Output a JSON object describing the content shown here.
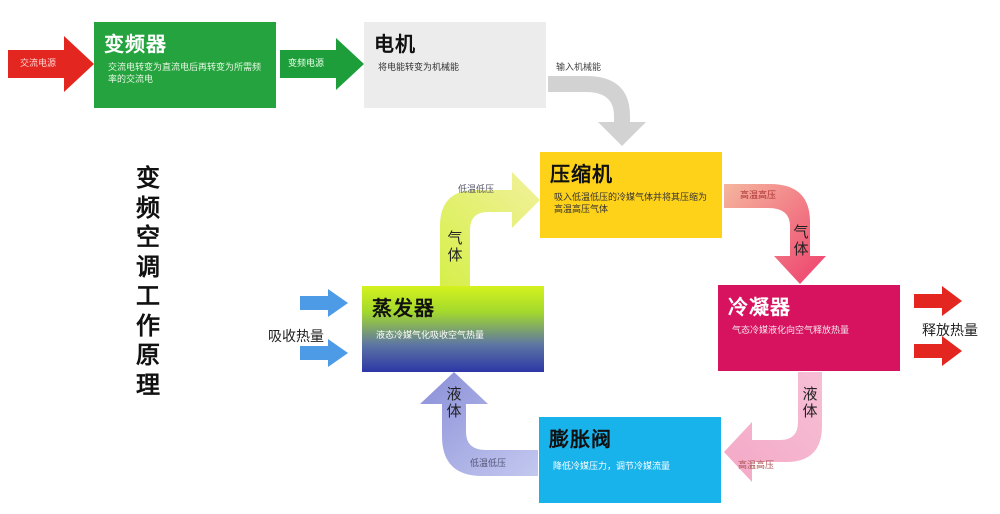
{
  "diagram": {
    "vertical_title": "变频空调工作原理",
    "boxes": {
      "inverter": {
        "title": "变频器",
        "desc": "交流电转变为直流电后再转变为所需频率的交流电"
      },
      "motor": {
        "title": "电机",
        "desc": "将电能转变为机械能"
      },
      "compressor": {
        "title": "压缩机",
        "desc": "吸入低温低压的冷媒气体并将其压缩为高温高压气体"
      },
      "evaporator": {
        "title": "蒸发器",
        "desc": "液态冷媒气化吸收空气热量"
      },
      "condenser": {
        "title": "冷凝器",
        "desc": "气态冷媒液化向空气释放热量"
      },
      "valve": {
        "title": "膨胀阀",
        "desc": "降低冷媒压力，调节冷媒流量"
      }
    },
    "arrows": {
      "input": "交流电源",
      "inverter_to_motor": "变频电源",
      "motor_to_compressor": "输入机械能",
      "evap_to_comp_label": "低温低压",
      "evap_to_comp_state": "气体",
      "comp_to_cond_label": "高温高压",
      "comp_to_cond_state": "气体",
      "cond_to_valve_state": "液体",
      "cond_to_valve_label": "高温高压",
      "valve_to_evap_state": "液体",
      "valve_to_evap_label": "低温低压"
    },
    "absorb": "吸收热量",
    "release": "释放热量",
    "colors": {
      "inverter": "#25a33f",
      "motor": "#ececec",
      "compressor": "#ffd21a",
      "condenser": "#d7135f",
      "valve": "#19b3ec",
      "power_arrow": "#e3261f",
      "heat_in_arrow": "#4d9be6",
      "heat_out_arrow": "#e3261f"
    }
  }
}
